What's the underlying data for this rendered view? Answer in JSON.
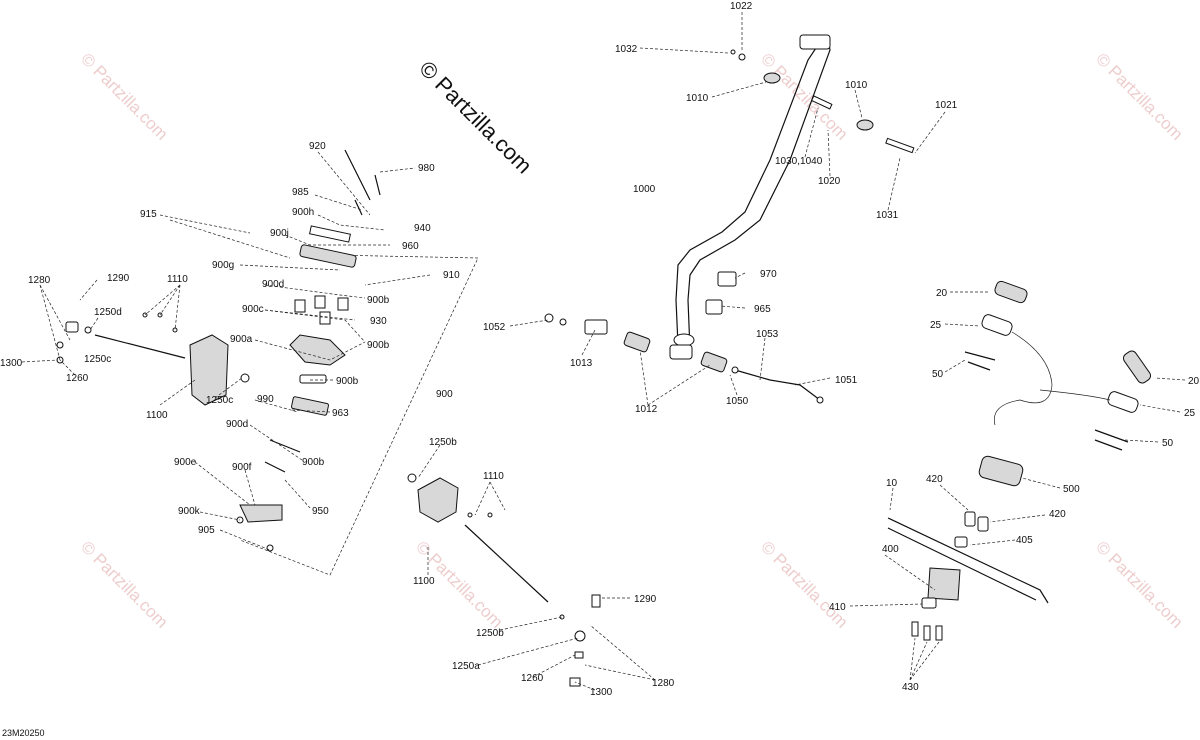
{
  "logo": "© Partzilla.com",
  "watermark": "© Partzilla.com",
  "drawing_ref": "23M20250",
  "labels": {
    "l1022": "1022",
    "l1032": "1032",
    "l1010a": "1010",
    "l1010b": "1010",
    "l1021": "1021",
    "l1030": "1030,1040",
    "l1020": "1020",
    "l1031": "1031",
    "l1000": "1000",
    "l920": "920",
    "l980": "980",
    "l985": "985",
    "l900h": "900h",
    "l940": "940",
    "l915": "915",
    "l900j": "900j",
    "l960": "960",
    "l900g": "900g",
    "l910": "910",
    "l900d1": "900d",
    "l900b1": "900b",
    "l930": "930",
    "l900c": "900c",
    "l900b2": "900b",
    "l900a": "900a",
    "l900b3": "900b",
    "l900": "900",
    "l990": "990",
    "l963": "963",
    "l900d2": "900d",
    "l900b4": "900b",
    "l900e": "900e",
    "l900f": "900f",
    "l950": "950",
    "l900k": "900k",
    "l905": "905",
    "l1100a": "1100",
    "l1250c1": "1250c",
    "l1250c2": "1250c",
    "l1280a": "1280",
    "l1290a": "1290",
    "l1110a": "1110",
    "l1250d": "1250d",
    "l1300a": "1300",
    "l1260a": "1260",
    "l970": "970",
    "l965": "965",
    "l1052": "1052",
    "l1013": "1013",
    "l1053": "1053",
    "l1051": "1051",
    "l1050": "1050",
    "l1012": "1012",
    "l1250b1": "1250b",
    "l1110b": "1110",
    "l1100b": "1100",
    "l1290b": "1290",
    "l1250b2": "1250b",
    "l1250a": "1250a",
    "l1260b": "1260",
    "l1280b": "1280",
    "l1300b": "1300",
    "l20a": "20",
    "l25a": "25",
    "l50a": "50",
    "l20b": "20",
    "l25b": "25",
    "l50b": "50",
    "l500": "500",
    "l10": "10",
    "l420a": "420",
    "l420b": "420",
    "l405": "405",
    "l400": "400",
    "l410": "410",
    "l430": "430"
  },
  "colors": {
    "watermark": "#e8bcbc",
    "line": "#111111"
  }
}
